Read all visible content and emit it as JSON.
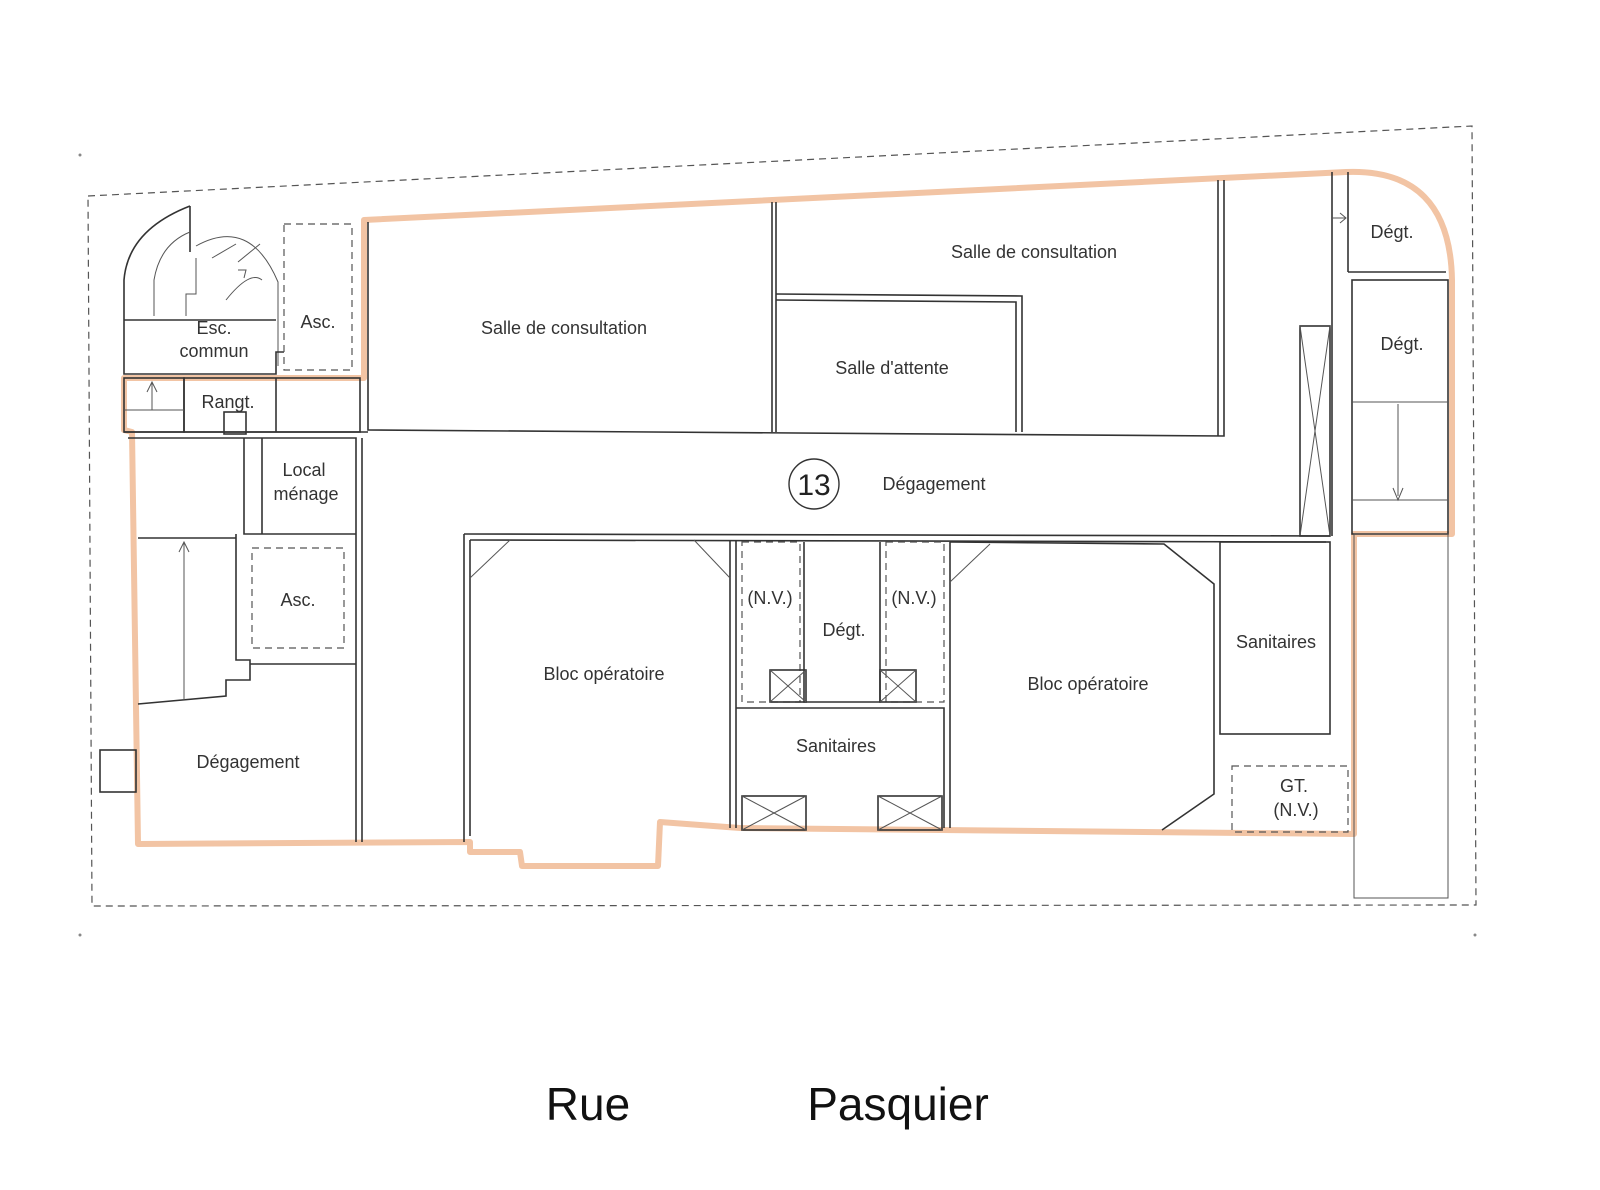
{
  "plan": {
    "rooms": {
      "esc_commun_line1": "Esc.",
      "esc_commun_line2": "commun",
      "asc_top": "Asc.",
      "rangt": "Rangt.",
      "local_menage_line1": "Local",
      "local_menage_line2": "ménage",
      "asc_left": "Asc.",
      "degagement_left": "Dégagement",
      "salle_consultation_left": "Salle de consultation",
      "salle_consultation_right": "Salle de consultation",
      "salle_attente": "Salle d'attente",
      "degt_top_right": "Dégt.",
      "degt_right": "Dégt.",
      "unit_number": "13",
      "degagement_center": "Dégagement",
      "bloc_operatoire_left": "Bloc opératoire",
      "nv_left": "(N.V.)",
      "degt_center": "Dégt.",
      "nv_right": "(N.V.)",
      "bloc_operatoire_right": "Bloc opératoire",
      "sanitaires_right": "Sanitaires",
      "sanitaires_center": "Sanitaires",
      "gt_line1": "GT.",
      "gt_line2": "(N.V.)"
    },
    "street": {
      "word1": "Rue",
      "word2": "Pasquier"
    },
    "colors": {
      "boundary": "#f2c4a4",
      "walls": "#333333"
    }
  }
}
